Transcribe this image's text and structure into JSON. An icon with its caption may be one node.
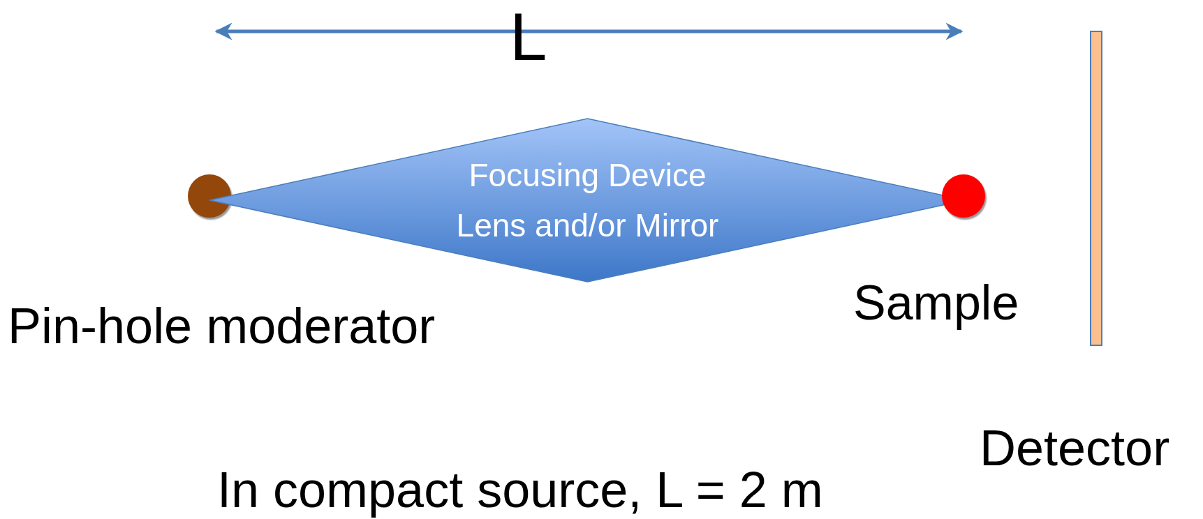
{
  "diagram": {
    "nodes": [
      {
        "text": [],
        "shape": "circle"
      },
      {
        "text": [
          "Focusing Device Lens and/or Mirror"
        ]
      },
      {
        "text": [],
        "shape": "circle"
      },
      {
        "text": [],
        "shape": "bar"
      }
    ],
    "labels": [
      "L",
      "Sample",
      "Pin-hole moderator",
      "Detector",
      "In compact source, L = 2 m"
    ]
  }
}
